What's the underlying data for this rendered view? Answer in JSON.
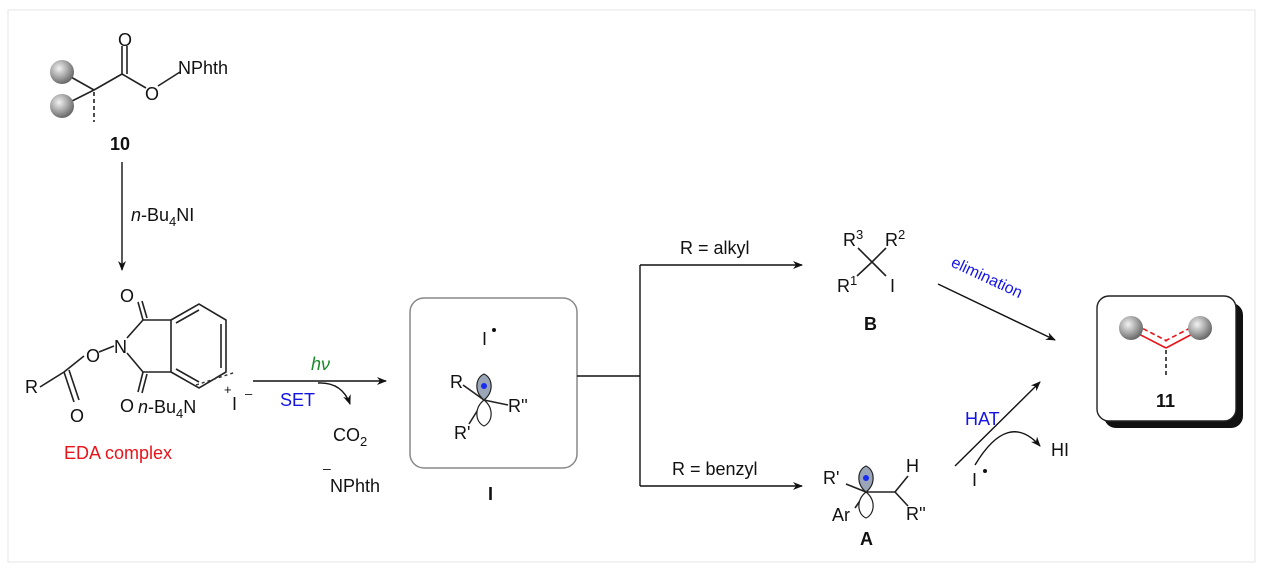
{
  "compounds": {
    "c10": {
      "label": "10",
      "nphth": "NPhth",
      "o1": "O",
      "o2": "O"
    },
    "eda": {
      "caption": "EDA complex",
      "r": "R",
      "o": "O",
      "n": "N",
      "nbu4_prefix": "n",
      "nbu4_text": "-Bu",
      "nbu4_sub": "4",
      "nbu4_n": "N",
      "plus": "+",
      "iodide": "I",
      "minus": "–"
    },
    "intermediateI": {
      "label": "I",
      "iodine": "I",
      "r": "R",
      "r1": "R'",
      "r2": "R''"
    },
    "B": {
      "label": "B",
      "r1": "R",
      "r1_sup": "1",
      "r2": "R",
      "r2_sup": "2",
      "r3": "R",
      "r3_sup": "3",
      "iodo": "I"
    },
    "A": {
      "label": "A",
      "rp": "R'",
      "ar": "Ar",
      "h": "H",
      "rpp": "R''"
    },
    "c11": {
      "label": "11"
    }
  },
  "reagents": {
    "step1": {
      "prefix": "n",
      "text": "-Bu",
      "sub": "4",
      "suffix": "NI"
    },
    "hv": "hν",
    "set": "SET",
    "co2": "CO",
    "co2_sub": "2",
    "nphth_anion": "NPhth",
    "nphth_minus": "–",
    "alkyl": "R = alkyl",
    "benzyl": "R = benzyl",
    "elimination": "elimination",
    "hat": "HAT",
    "iodine_radical": "I",
    "hi": "HI"
  },
  "colors": {
    "accent_red": "#e8141a",
    "accent_blue": "#1414e6",
    "accent_green": "#1a8a2a"
  }
}
